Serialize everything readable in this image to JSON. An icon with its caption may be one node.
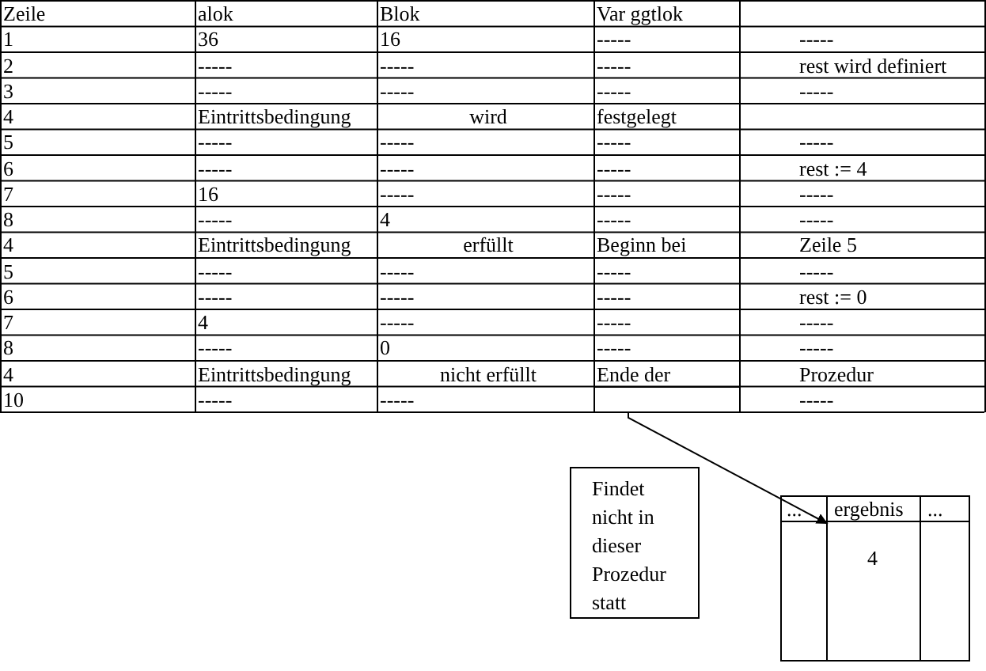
{
  "diagram": {
    "nodes": [
      {
        "text": [],
        "shape": "box"
      },
      {
        "text": [
          "Findet nicht in dieser Prozedur statt"
        ]
      },
      {
        "text": [
          "ergebnis",
          "4"
        ]
      }
    ],
    "edges": [
      {
        "from": 0,
        "to": 2,
        "arrow": "to"
      }
    ],
    "labels": [
      "Zeile",
      "alok",
      "Blok",
      "Var ggtlok",
      "1",
      "36",
      "16",
      "-----",
      "-----",
      "2",
      "-----",
      "-----",
      "-----",
      "rest wird definiert",
      "3",
      "-----",
      "-----",
      "-----",
      "-----",
      "4",
      "Eintrittsbedingung",
      "wird",
      "festgelegt",
      "5",
      "-----",
      "-----",
      "-----",
      "-----",
      "6",
      "-----",
      "-----",
      "-----",
      "rest := 4",
      "7",
      "16",
      "-----",
      "-----",
      "-----",
      "8",
      "-----",
      "4",
      "-----",
      "-----",
      "4",
      "Eintrittsbedingung",
      "erfüllt",
      "Beginn bei",
      "Zeile 5",
      "5",
      "-----",
      "-----",
      "-----",
      "-----",
      "6",
      "-----",
      "-----",
      "-----",
      "rest := 0",
      "7",
      "4",
      "-----",
      "-----",
      "-----",
      "8",
      "-----",
      "0",
      "-----",
      "-----",
      "4",
      "Eintrittsbedingung",
      "nicht erfüllt",
      "Ende der",
      "Prozedur",
      "10",
      "-----",
      "-----",
      "-----",
      "...",
      "..."
    ]
  }
}
